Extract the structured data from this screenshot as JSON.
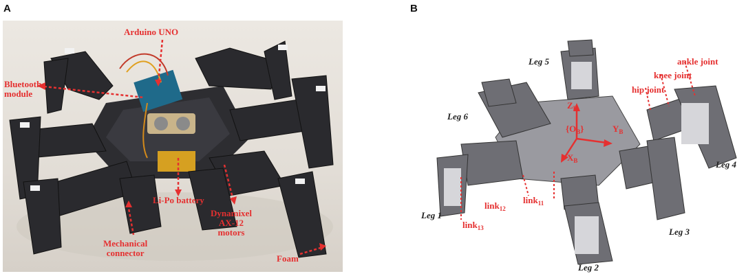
{
  "panels": {
    "a": {
      "letter": "A",
      "labels": {
        "arduino": "Arduino UNO",
        "bluetooth_line1": "Bluetooth",
        "bluetooth_line2": "module",
        "battery": "Li-Po battery",
        "dyn_line1": "Dynamixel",
        "dyn_line2": "AX-12",
        "dyn_line3": "motors",
        "mech_line1": "Mechanical",
        "mech_line2": "connector",
        "foam": "Foam"
      }
    },
    "b": {
      "letter": "B",
      "legs": {
        "leg1": "Leg 1",
        "leg2": "Leg 2",
        "leg3": "Leg 3",
        "leg4": "Leg 4",
        "leg5": "Leg 5",
        "leg6": "Leg 6"
      },
      "joints": {
        "ankle": "ankle joint",
        "knee": "knee joint",
        "hip": "hip joint"
      },
      "links": {
        "base": "link",
        "l11": "11",
        "l12": "12",
        "l13": "13"
      },
      "axes": {
        "z": "Z",
        "y": "Y",
        "x": "X",
        "o": "O",
        "sub": "B"
      }
    }
  },
  "colors": {
    "annotation": "#e53030",
    "robot_dark": "#2a2a2e",
    "cad_gray": "#7a7a80"
  }
}
